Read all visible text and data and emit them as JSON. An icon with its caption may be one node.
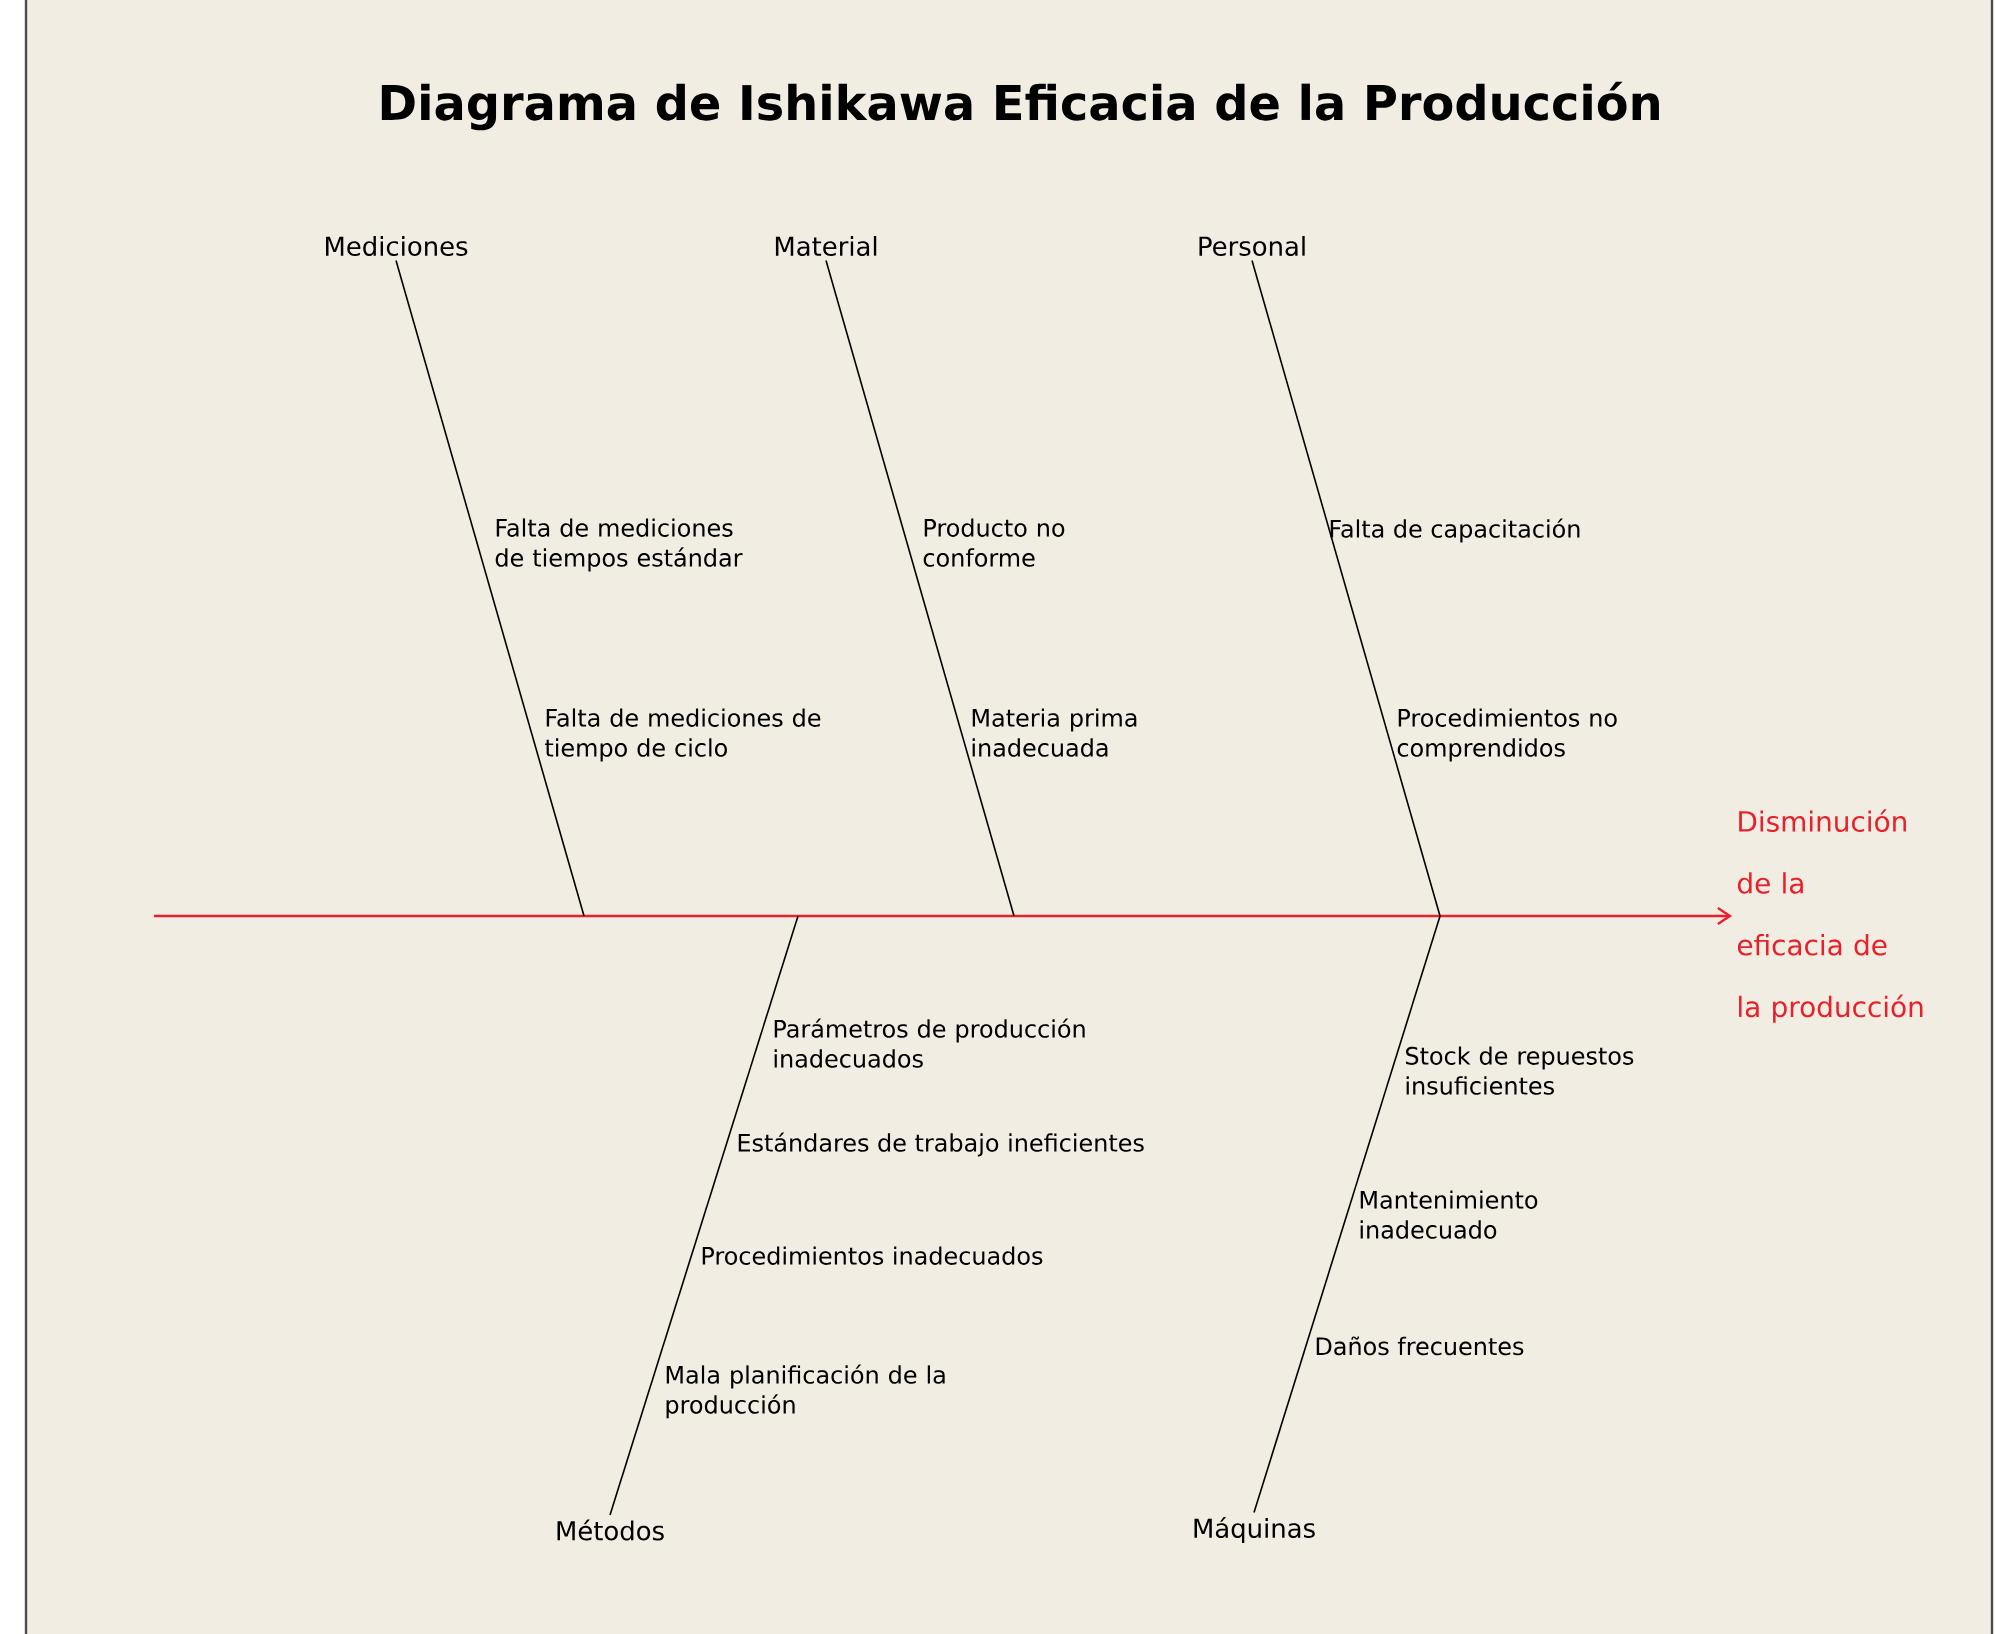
{
  "diagram": {
    "title": "Diagrama de Ishikawa Eficacia de la Producción",
    "nodes": [
      {
        "text": [
          "Mediciones"
        ]
      },
      {
        "text": [
          "Material"
        ]
      },
      {
        "text": [
          "Personal"
        ]
      },
      {
        "text": [
          "Disminución de la eficacia de la producción"
        ]
      },
      {
        "text": [
          "Métodos"
        ]
      },
      {
        "text": [
          "Máquinas"
        ]
      }
    ],
    "edges": [
      {
        "from": null,
        "to": 3,
        "arrow": "to",
        "color": "#e8202a"
      },
      {
        "from": 0,
        "to": null,
        "arrow": "none"
      },
      {
        "from": 1,
        "to": null,
        "arrow": "none"
      },
      {
        "from": 2,
        "to": null,
        "arrow": "none"
      },
      {
        "from": 4,
        "to": null,
        "arrow": "none"
      },
      {
        "from": 5,
        "to": null,
        "arrow": "none"
      }
    ],
    "labels": [
      "Falta de mediciones de tiempos estándar",
      "Producto no conforme",
      "Falta de capacitación",
      "Falta de mediciones de tiempo de ciclo",
      "Materia prima inadecuada",
      "Procedimientos no comprendidos",
      "Parámetros de producción inadecuados",
      "Stock de repuestos insuficientes",
      "Estándares de trabajo ineficientes",
      "Mantenimiento inadecuado",
      "Procedimientos inadecuados",
      "Daños frecuentes",
      "Mala planificación de la producción"
    ]
  }
}
